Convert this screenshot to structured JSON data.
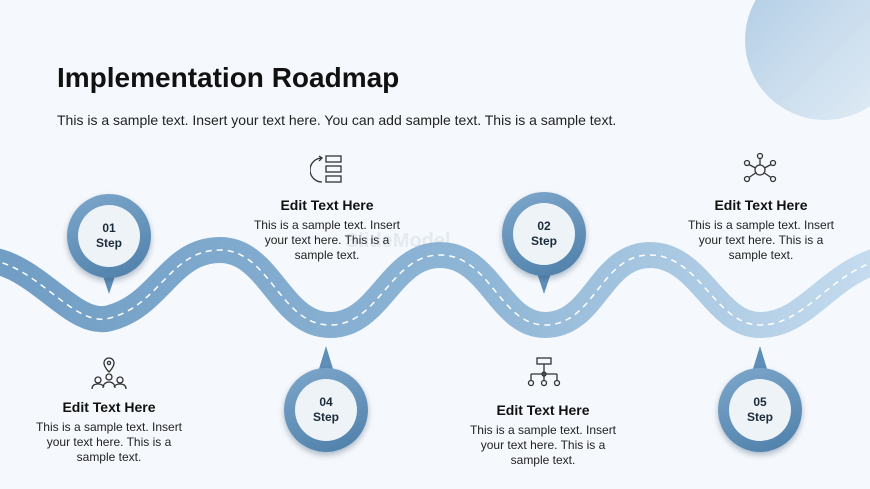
{
  "title": "Implementation Roadmap",
  "subtitle": "This is a sample text. Insert your text here. You can add sample text. This is a sample text.",
  "watermark": "SlideModel",
  "colors": {
    "road_dark": "#6b9bc4",
    "road_light": "#c2d9ec",
    "marker": "#5a8bb5",
    "background": "#f5f8fc"
  },
  "steps": [
    {
      "num": "01",
      "label": "Step"
    },
    {
      "num": "02",
      "label": "Step"
    },
    {
      "num": "04",
      "label": "Step"
    },
    {
      "num": "05",
      "label": "Step"
    }
  ],
  "blocks": [
    {
      "icon": "list-refresh-icon",
      "heading": "Edit Text Here",
      "line1": "This is a sample text. Insert",
      "line2": "your text here. This is a",
      "line3": "sample text."
    },
    {
      "icon": "network-icon",
      "heading": "Edit Text Here",
      "line1": "This is a sample text. Insert",
      "line2": "your text here. This is a",
      "line3": "sample text."
    },
    {
      "icon": "team-location-icon",
      "heading": "Edit Text Here",
      "line1": "This is a sample text. Insert",
      "line2": "your text here. This is a",
      "line3": "sample text."
    },
    {
      "icon": "org-chart-icon",
      "heading": "Edit Text Here",
      "line1": "This is a sample text. Insert",
      "line2": "your text here. This is a",
      "line3": "sample text."
    }
  ]
}
